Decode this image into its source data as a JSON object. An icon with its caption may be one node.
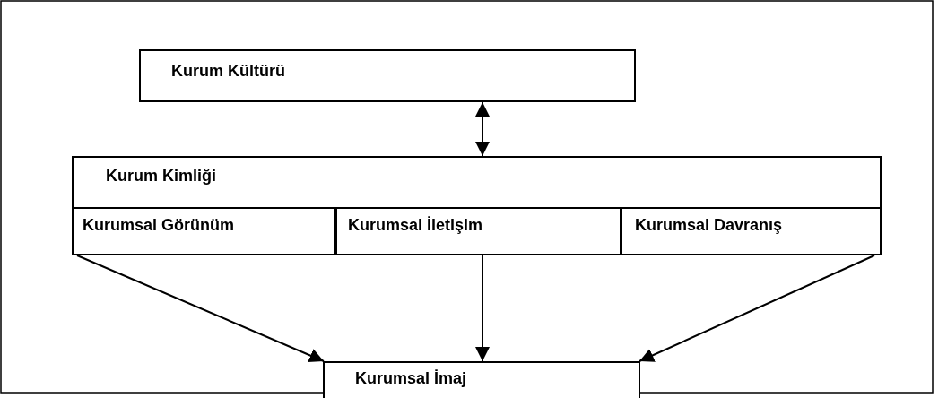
{
  "diagram": {
    "nodes": [
      {
        "text": [
          "Kurum Kültürü"
        ]
      },
      {
        "text": [
          "Kurum Kimliği"
        ]
      },
      {
        "text": [
          "Kurumsal Görünüm"
        ],
        "in": 1
      },
      {
        "text": [
          "Kurumsal İletişim"
        ],
        "in": 1
      },
      {
        "text": [
          "Kurumsal Davranış"
        ],
        "in": 1
      },
      {
        "text": [
          "Kurumsal İmaj"
        ]
      }
    ],
    "edges": [
      {
        "from": 0,
        "to": 1,
        "arrow": "both"
      },
      {
        "from": 2,
        "to": 5,
        "arrow": "to"
      },
      {
        "from": 3,
        "to": 5,
        "arrow": "to"
      },
      {
        "from": 4,
        "to": 5,
        "arrow": "to"
      }
    ]
  }
}
